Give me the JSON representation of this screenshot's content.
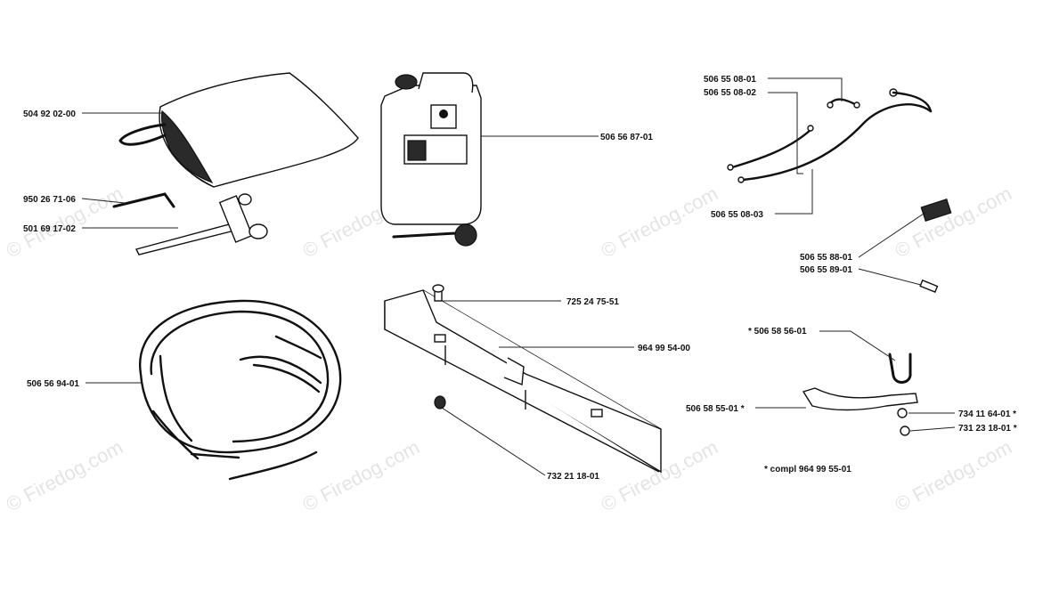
{
  "watermark": {
    "text": "© Firedog.com"
  },
  "labels": {
    "bag": "504 92 02-00",
    "hex_key": "950 26 71-06",
    "wrench": "501 69 17-02",
    "canister": "506 56 87-01",
    "cable_a": "506 55 08-01",
    "cable_b": "506 55 08-02",
    "cable_c": "506 55 08-03",
    "connector_a": "506 55 88-01",
    "connector_b": "506 55 89-01",
    "u_bolt": "*  506 58 56-01",
    "bracket": "506 58 55-01  *",
    "nut_a": "734 11 64-01  *",
    "nut_b": "731 23 18-01  *",
    "compl_note": "*  compl 964 99 55-01",
    "screw": "725 24 75-51",
    "beam": "964 99 54-00",
    "beam_nut": "732 21 18-01",
    "coil": "506 56 94-01"
  },
  "colors": {
    "line": "#111111",
    "watermark": "#e4e4e4",
    "background": "#ffffff"
  }
}
